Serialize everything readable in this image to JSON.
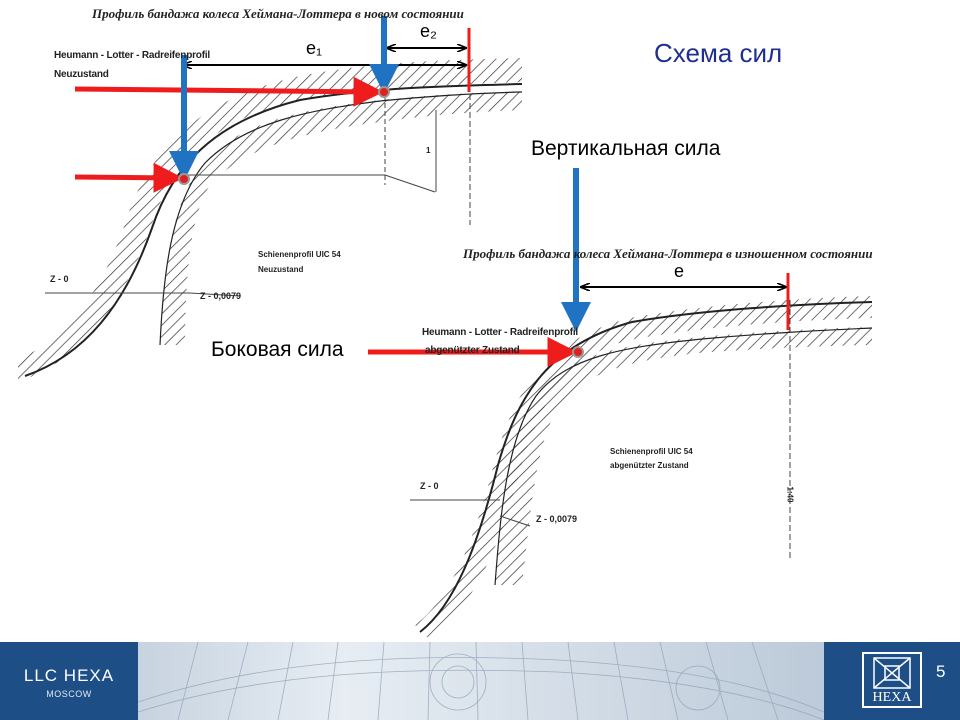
{
  "slide": {
    "title": "Схема сил",
    "page_number": "5"
  },
  "diagram_new": {
    "caption": "Профиль бандажа колеса Хеймана-Лоттера в новом состоянии",
    "wheel_label_line1": "Heumann - Lotter - Radreifenprofil",
    "wheel_label_line2": "Neuzustand",
    "rail_label_line1": "Schienenprofil  UIC  54",
    "rail_label_line2": "Neuzustand",
    "z0": "Z - 0",
    "z1": "Z - 0,0079",
    "dim_1": "1",
    "e1": "e₁",
    "e2": "e₂"
  },
  "diagram_worn": {
    "caption": "Профиль бандажа колеса Хеймана-Лоттера в изношенном состоянии",
    "wheel_label_line1": "Heumann - Lotter - Radreifenprofil",
    "wheel_label_line2": "abgenützter  Zustand",
    "rail_label_line1": "Schienenprofil  UIC 54",
    "rail_label_line2": "abgenützter  Zustand",
    "z0": "Z - 0",
    "z1": "Z - 0,0079",
    "dim_140": "1:40",
    "e": "e"
  },
  "forces": {
    "vertical": "Вертикальная сила",
    "lateral": "Боковая сила"
  },
  "footer": {
    "company": "LLC  HEXA",
    "city": "MOSCOW",
    "logo_text": "HEXA"
  },
  "colors": {
    "force_lateral": "#ee1c1c",
    "force_vertical": "#1f73c2",
    "footer_bg": "#1d4e86",
    "title_color": "#1f2f8f",
    "contact_point": "#e02020"
  }
}
